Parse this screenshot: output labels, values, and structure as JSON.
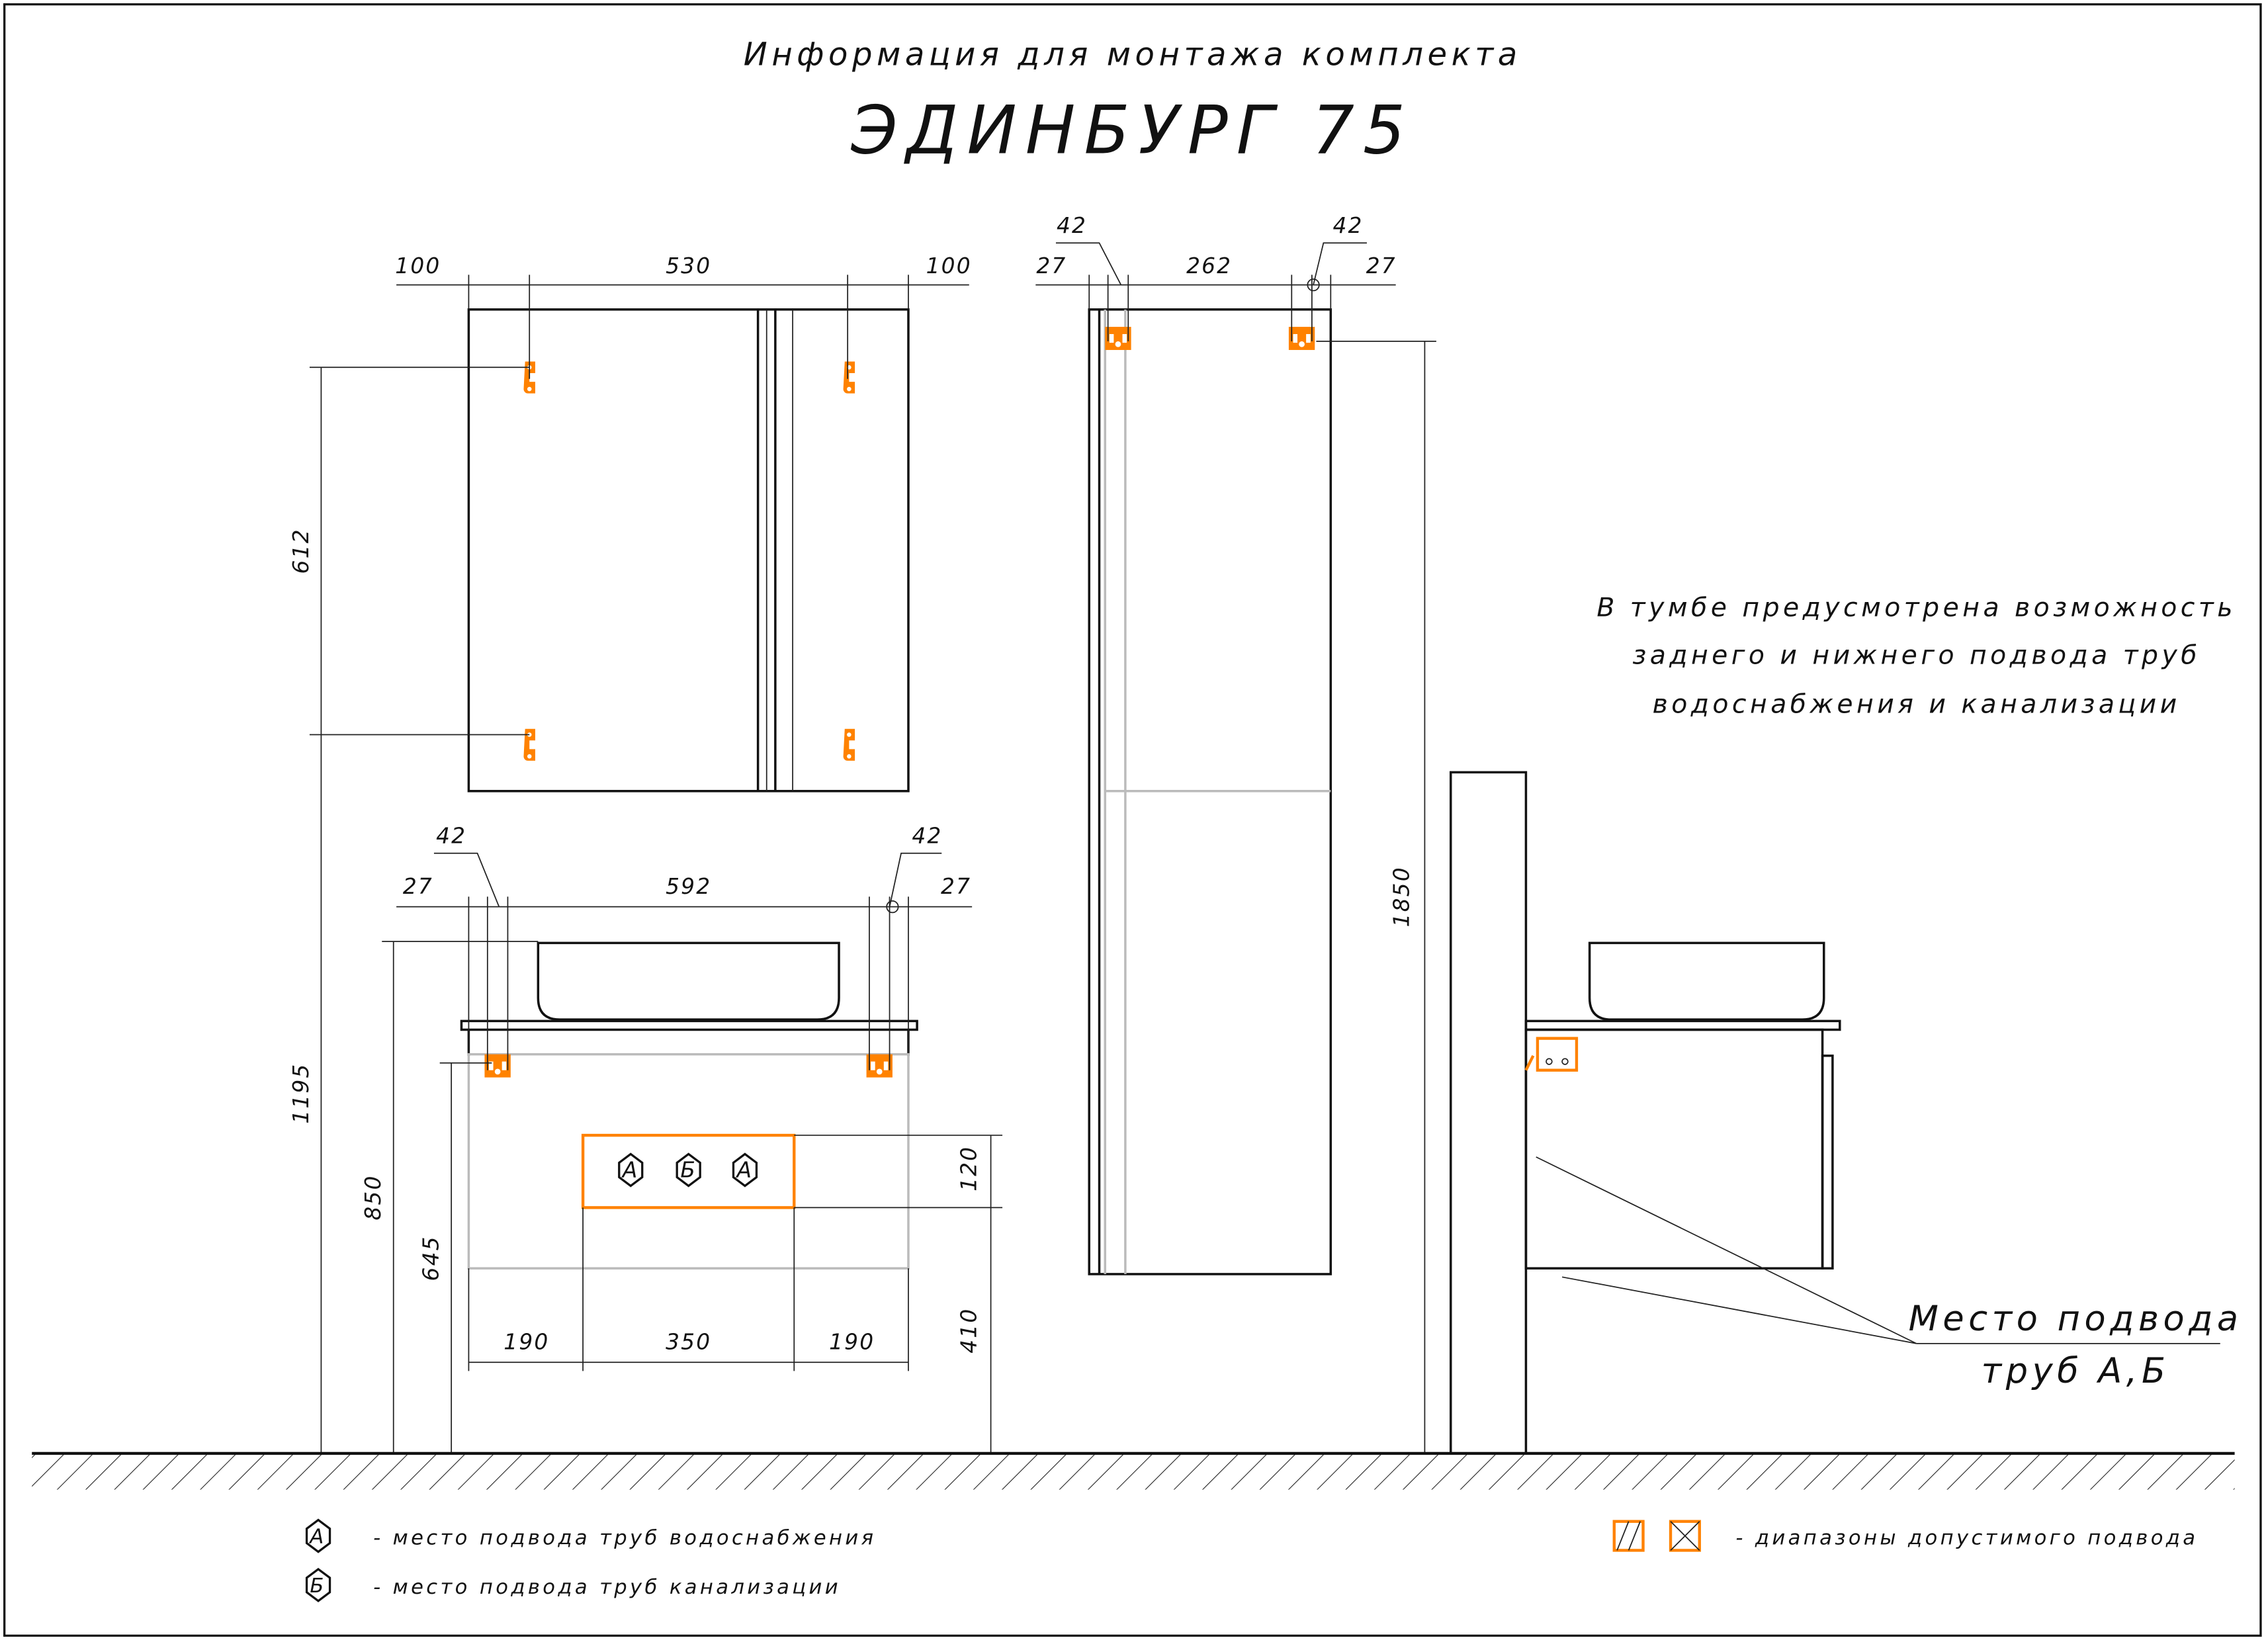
{
  "title": {
    "line1": "Информация для монтажа комплекта",
    "line2": "ЭДИНБУРГ 75"
  },
  "mirror": {
    "dims": {
      "left_offset": "100",
      "width": "530",
      "right_offset": "100",
      "height": "612",
      "mount_height": "1195"
    }
  },
  "vanity": {
    "dims": {
      "edge_left": "27",
      "bracket_left": "42",
      "span": "592",
      "bracket_right": "42",
      "edge_right": "27",
      "total_height": "850",
      "mount_height": "645",
      "zone_height": "120",
      "zone_from_floor": "410",
      "zone_left": "190",
      "zone_width": "350",
      "zone_right": "190"
    },
    "zone_labels": [
      "А",
      "Б",
      "А"
    ]
  },
  "tall_cabinet": {
    "dims": {
      "edge_left": "27",
      "bracket_left": "42",
      "span": "262",
      "bracket_right": "42",
      "edge_right": "27",
      "mount_height": "1850"
    }
  },
  "note": {
    "lines": [
      "В тумбе предусмотрена возможность",
      "заднего и нижнего подвода труб",
      "водоснабжения и канализации"
    ]
  },
  "callout": {
    "line1": "Место подвода",
    "line2": "труб А,Б"
  },
  "legend": {
    "items": [
      {
        "symbol": "А",
        "text": "- место подвода труб водоснабжения"
      },
      {
        "symbol": "Б",
        "text": "- место подвода труб канализации"
      }
    ],
    "range_text": "- диапазоны допустимого подвода"
  },
  "colors": {
    "accent": "#ff8200",
    "line": "#111111",
    "panel": "#bbbbbb"
  }
}
